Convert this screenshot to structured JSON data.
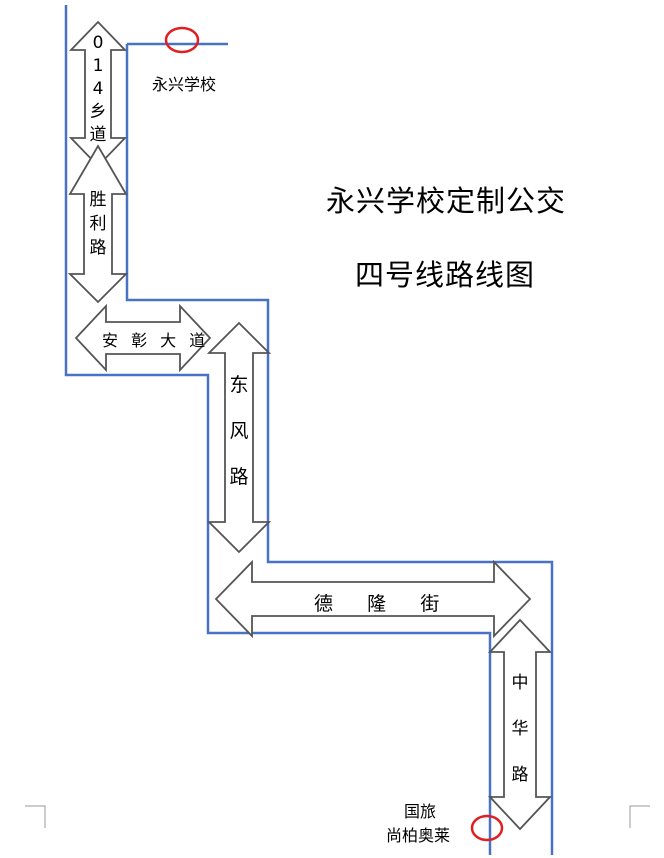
{
  "title": {
    "line1": "永兴学校定制公交",
    "line2": "四号线路线图"
  },
  "stops": {
    "start": "永兴学校",
    "end_line1": "国旅",
    "end_line2": "尚柏奥莱"
  },
  "roads": {
    "road1": [
      "0",
      "1",
      "4",
      "乡",
      "道"
    ],
    "road2": [
      "胜",
      "利",
      "路"
    ],
    "road3": "安 彰 大 道",
    "road4": [
      "东",
      "风",
      "路"
    ],
    "road5": "德    隆    街",
    "road6": [
      "中",
      "华",
      "路"
    ]
  },
  "colors": {
    "route_line": "#4a72c4",
    "stop_marker": "#e02020",
    "arrow_stroke": "#555555",
    "text": "#000000"
  }
}
